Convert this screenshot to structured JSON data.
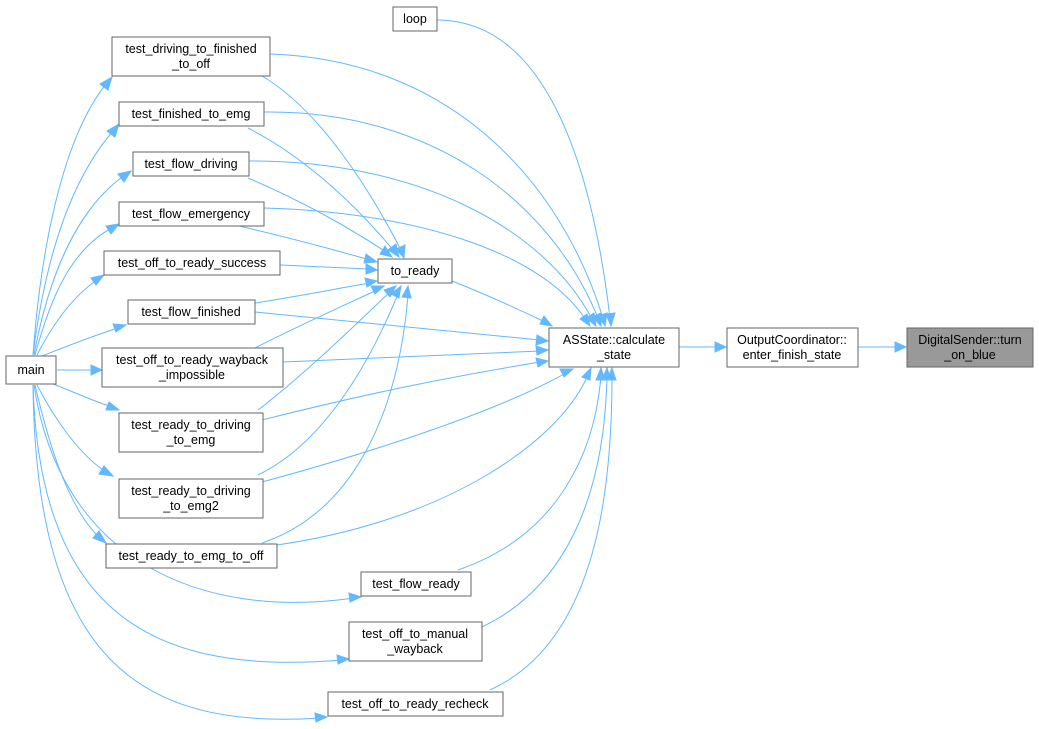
{
  "nodes": {
    "loop": {
      "lines": [
        "loop"
      ]
    },
    "driving_to_finished": {
      "lines": [
        "test_driving_to_finished",
        "_to_off"
      ]
    },
    "finished_to_emg": {
      "lines": [
        "test_finished_to_emg"
      ]
    },
    "flow_driving": {
      "lines": [
        "test_flow_driving"
      ]
    },
    "flow_emergency": {
      "lines": [
        "test_flow_emergency"
      ]
    },
    "off_to_ready_success": {
      "lines": [
        "test_off_to_ready_success"
      ]
    },
    "to_ready": {
      "lines": [
        "to_ready"
      ]
    },
    "flow_finished": {
      "lines": [
        "test_flow_finished"
      ]
    },
    "main": {
      "lines": [
        "main"
      ]
    },
    "off_to_ready_wayback": {
      "lines": [
        "test_off_to_ready_wayback",
        "_impossible"
      ]
    },
    "calculate_state": {
      "lines": [
        "ASState::calculate",
        "_state"
      ]
    },
    "output_coordinator": {
      "lines": [
        "OutputCoordinator::",
        "enter_finish_state"
      ]
    },
    "turn_on_blue": {
      "lines": [
        "DigitalSender::turn",
        "_on_blue"
      ]
    },
    "ready_to_driving_emg": {
      "lines": [
        "test_ready_to_driving",
        "_to_emg"
      ]
    },
    "ready_to_driving_emg2": {
      "lines": [
        "test_ready_to_driving",
        "_to_emg2"
      ]
    },
    "ready_to_emg_to_off": {
      "lines": [
        "test_ready_to_emg_to_off"
      ]
    },
    "flow_ready": {
      "lines": [
        "test_flow_ready"
      ]
    },
    "off_to_manual_wayback": {
      "lines": [
        "test_off_to_manual",
        "_wayback"
      ]
    },
    "off_to_ready_recheck": {
      "lines": [
        "test_off_to_ready_recheck"
      ]
    }
  },
  "highlighted_node": "turn_on_blue",
  "edge_color": "#63b8ff",
  "highlight_fill": "#999999"
}
